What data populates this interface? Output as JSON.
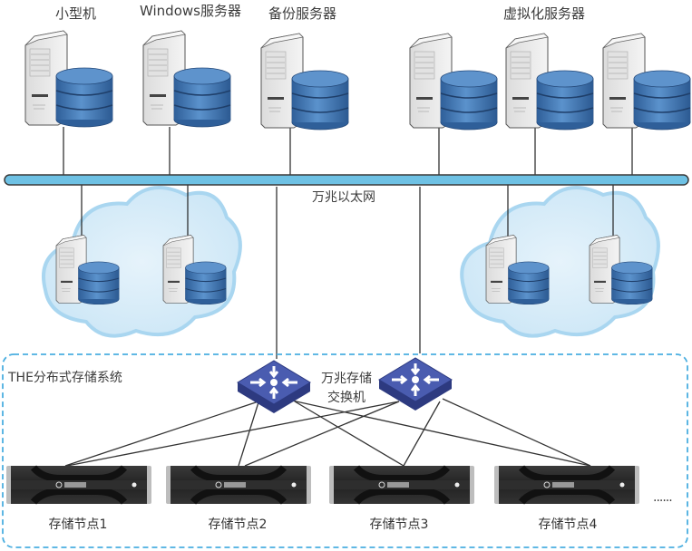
{
  "labels": {
    "minicomputer": "小型机",
    "windows_server": "Windows服务器",
    "backup_server": "备份服务器",
    "virtualization_server": "虚拟化服务器",
    "ethernet": "万兆以太网",
    "storage_system": "THE分布式存储系统",
    "storage_switch_line1": "万兆存储",
    "storage_switch_line2": "交换机",
    "ellipsis": "......"
  },
  "storage_nodes": [
    {
      "label": "存储节点1"
    },
    {
      "label": "存储节点2"
    },
    {
      "label": "存储节点3"
    },
    {
      "label": "存储节点4"
    }
  ],
  "colors": {
    "bus_fill": "#6ec1e4",
    "bus_stroke": "#3a3a3a",
    "cloud": "#d6ecf8",
    "cloud_edge": "#a9d6f0",
    "dashed_border": "#4aaee0",
    "switch": "#3b4a9a",
    "db_blue": "#3f78b4",
    "rack": "#2b2b2b"
  }
}
